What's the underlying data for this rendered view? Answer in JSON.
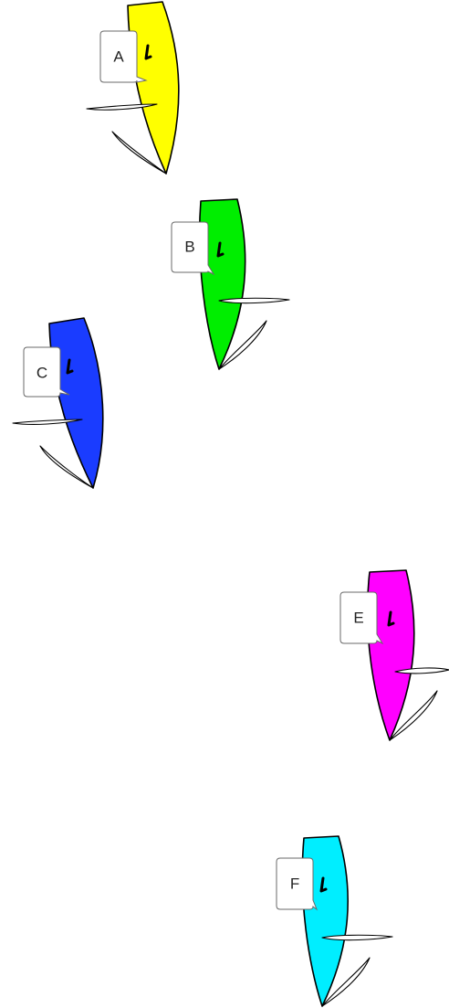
{
  "diagram": {
    "background": "#ffffff",
    "boats": [
      {
        "label": "A",
        "hull_color": "#ffff00"
      },
      {
        "label": "B",
        "hull_color": "#00ee00"
      },
      {
        "label": "C",
        "hull_color": "#1a3cff"
      },
      {
        "label": "E",
        "hull_color": "#ff00ff"
      },
      {
        "label": "F",
        "hull_color": "#00eeff"
      }
    ]
  }
}
